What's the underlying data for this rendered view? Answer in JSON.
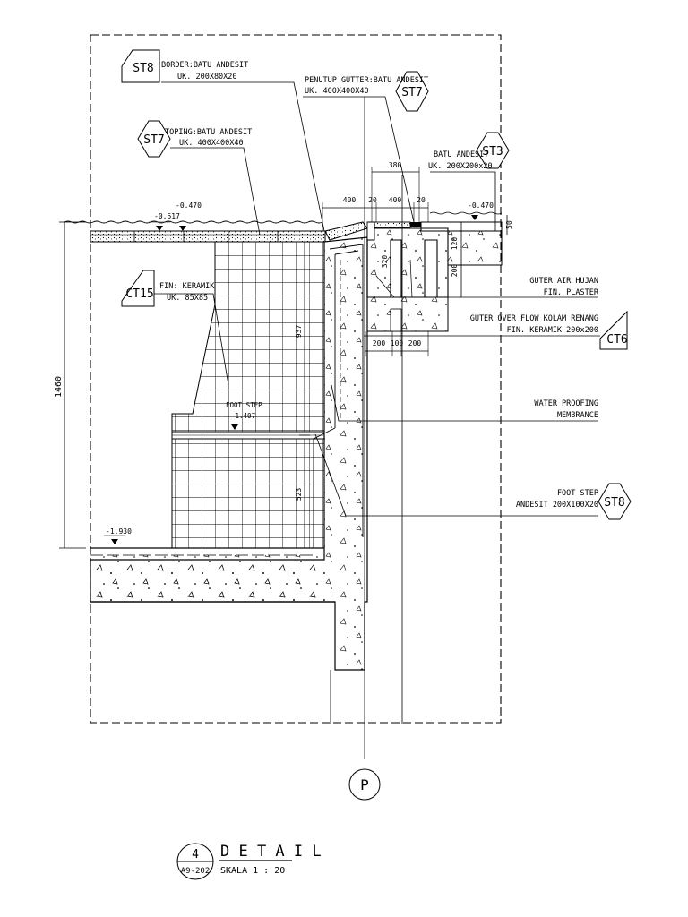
{
  "tags": {
    "st8_top": "ST8",
    "st7_topping": "ST7",
    "st7_cover": "ST7",
    "st3": "ST3",
    "ct15": "CT15",
    "ct6": "CT6",
    "st8_step": "ST8"
  },
  "labels": {
    "border_1": "BORDER:BATU ANDESIT",
    "border_2": "UK. 200X80X20",
    "cover_1": "PENUTUP GUTTER:BATU ANDESIT",
    "cover_2": "UK. 400X400X40",
    "topping_1": "TOPING:BATU ANDESIT",
    "topping_2": "UK. 400X400X40",
    "batu_1": "BATU ANDESIT",
    "batu_2": "UK. 200X200x20",
    "keramik_1": "FIN: KERAMIK",
    "keramik_2": "UK. 85X85",
    "foot_step_inner": "FOOT STEP",
    "gutter_1": "GUTER AIR HUJAN",
    "gutter_2": "FIN. PLASTER",
    "overflow_1": "GUTER OVER FLOW KOLAM RENANG",
    "overflow_2": "FIN. KERAMIK 200x200",
    "wp_1": "WATER PROOFING",
    "wp_2": "MEMBRANCE",
    "step_1": "FOOT STEP",
    "step_2": "ANDESIT 200X100X20"
  },
  "levels": {
    "l_517": "-0.517",
    "l_470_left": "-0.470",
    "l_470_right": "-0.470",
    "l_foot": "-1.407",
    "l_bottom": "-1.930"
  },
  "dims": {
    "d380": "380",
    "d400_a": "400",
    "d20_a": "20",
    "d400_b": "400",
    "d20_b": "20",
    "d120": "120",
    "d50": "50",
    "d200_v": "200",
    "d320": "320",
    "d200_l": "200",
    "d100": "100",
    "d200_r": "200",
    "d937": "937",
    "d523": "523",
    "d1460": "1460"
  },
  "grid_marker": "P",
  "title_block": {
    "number": "4",
    "sheet": "A9-202",
    "title": "D E T A I L",
    "scale": "SKALA  1 : 20"
  }
}
